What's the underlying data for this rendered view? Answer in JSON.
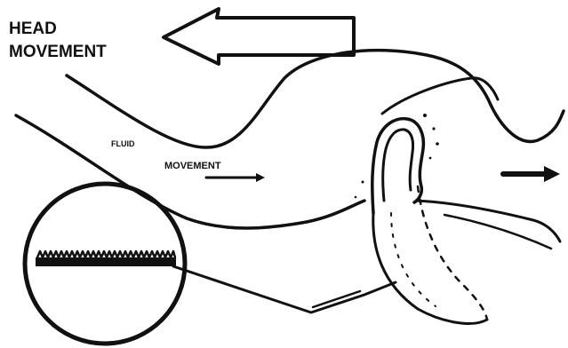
{
  "diagram": {
    "head_label_line1": "HEAD",
    "head_label_line2": "MOVEMENT",
    "fluid_label_line1": "FLUID",
    "fluid_label_line2": "MOVEMENT",
    "ink_color": "#111111",
    "background_color": "#ffffff",
    "icons": [
      "left-arrow-icon",
      "right-arrow-icon",
      "hair-cells-icon"
    ]
  }
}
